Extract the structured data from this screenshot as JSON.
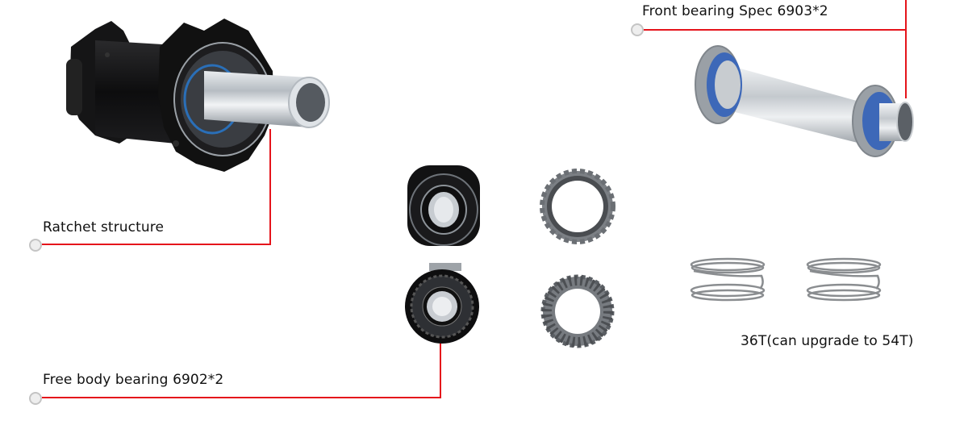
{
  "callouts": {
    "front_bearing": "Front bearing Spec 6903*2",
    "ratchet": "Ratchet structure",
    "freebody": "Free body bearing 6902*2",
    "ratchet_teeth": "36T(can upgrade to 54T)"
  },
  "colors": {
    "leader_line": "#e5141b",
    "dot_fill": "#eeeeee",
    "dot_border": "#c4c4c4",
    "text": "#111111"
  },
  "images": {
    "hub": "rear-hub-body",
    "axle": "front-axle-with-bearings",
    "freebody_top": "freebody-side-view",
    "freebody_bottom": "freebody-end-view",
    "ring_top": "toothed-drive-ring",
    "ring_bottom": "star-ratchet-ring",
    "spring_left": "coil-spring",
    "spring_right": "coil-spring"
  }
}
